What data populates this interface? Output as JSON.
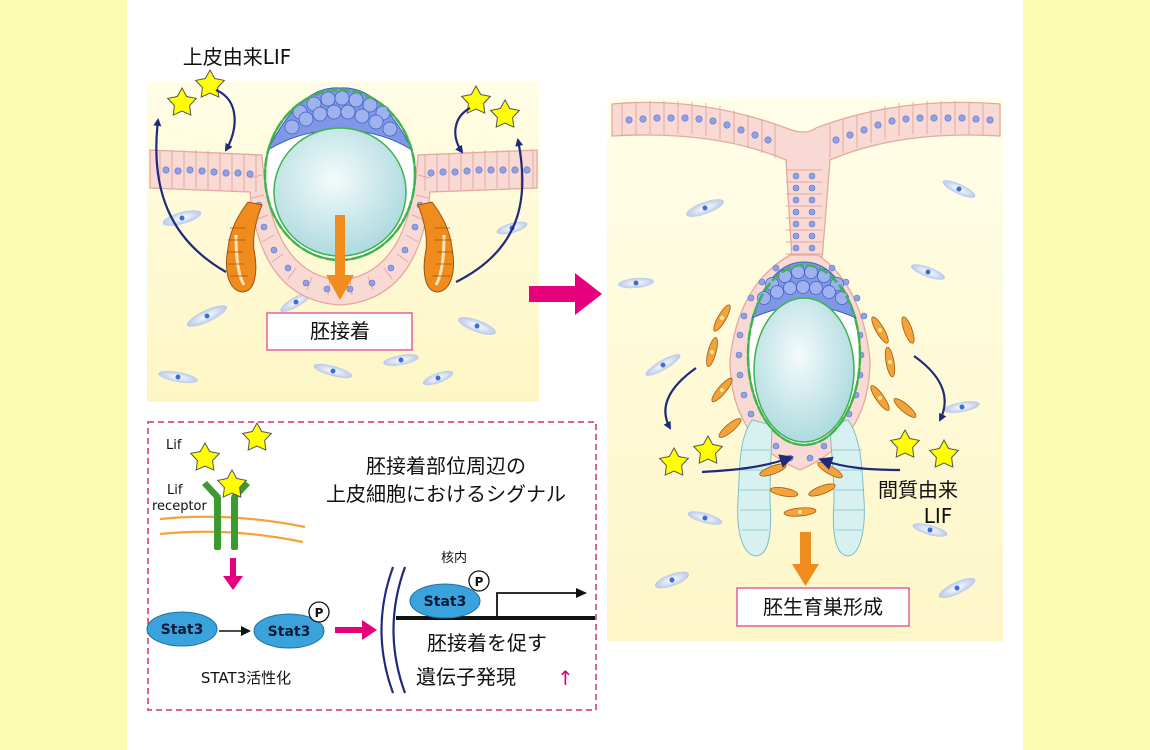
{
  "panel1": {
    "source_label": "上皮由来LIF",
    "result_label": "胚接着"
  },
  "panel2": {
    "source_label_line1": "間質由来",
    "source_label_line2": "LIF",
    "result_label": "胚生育巣形成"
  },
  "signal": {
    "ligand_label": "Lif",
    "receptor_label_line1": "Lif",
    "receptor_label_line2": "receptor",
    "title_line1": "胚接着部位周辺の",
    "title_line2": "上皮細胞におけるシグナル",
    "stat3_label": "Stat3",
    "phospho_label": "P",
    "activation_label": "STAT3活性化",
    "nucleus_label": "核内",
    "result_line1": "胚接着を促す",
    "result_line2": "遺伝子発現",
    "result_arrow": "↑"
  },
  "colors": {
    "background_side": "#fdfdb2",
    "epithelium": "#f9d9d3",
    "nucleus": "#8fa2e6",
    "embryo": "#cfeaea",
    "trophoblast": "#3fb34f",
    "gland": "#f08c1e",
    "star": "#ffff00",
    "magenta": "#e6007e",
    "navy": "#1f2a7a",
    "stat3": "#3aa3dc",
    "receptor": "#3c9a2e",
    "membrane": "#f4a33a"
  },
  "icons": [
    "lif-star-icon",
    "circulation-arrow-icon",
    "embryo-icon",
    "stat3-icon",
    "phosphate-icon",
    "transcription-arrow-icon"
  ]
}
